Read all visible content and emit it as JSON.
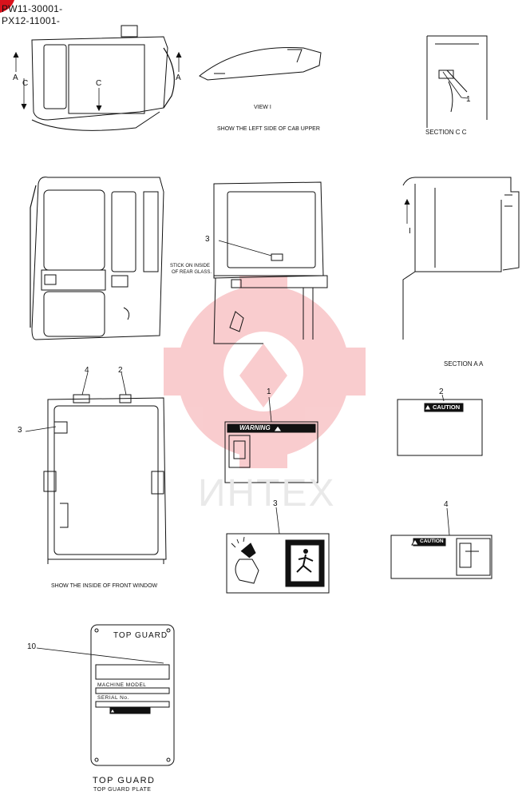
{
  "header": {
    "serial_line_1": "PW11-30001-",
    "serial_line_2": "PX12-11001-"
  },
  "views": {
    "view_i_label": "VIEW I",
    "left_side_caption": "SHOW THE LEFT SIDE OF CAB UPPER",
    "section_cc_caption": "SECTION C C",
    "section_aa_caption": "SECTION A A",
    "front_window_caption": "SHOW THE INSIDE OF FRONT WINDOW",
    "rear_glass_note_1": "STICK ON INSIDE",
    "rear_glass_note_2": "OF REAR GLASS."
  },
  "section_marks": {
    "a": "A",
    "c": "C",
    "i": "I"
  },
  "callouts": {
    "n1": "1",
    "n2": "2",
    "n3": "3",
    "n4": "4",
    "n10": "10"
  },
  "decals": {
    "warning_heading": "WARNING",
    "caution_heading": "CAUTION",
    "caution4_heading": "CAUTION"
  },
  "plate": {
    "header": "TOP GUARD",
    "machine_model": "MACHINE MODEL",
    "serial_no": "SERIAL No.",
    "title": "TOP GUARD",
    "subtitle": "TOP GUARD PLATE"
  },
  "watermark": {
    "text": "ИНТЕХ"
  }
}
